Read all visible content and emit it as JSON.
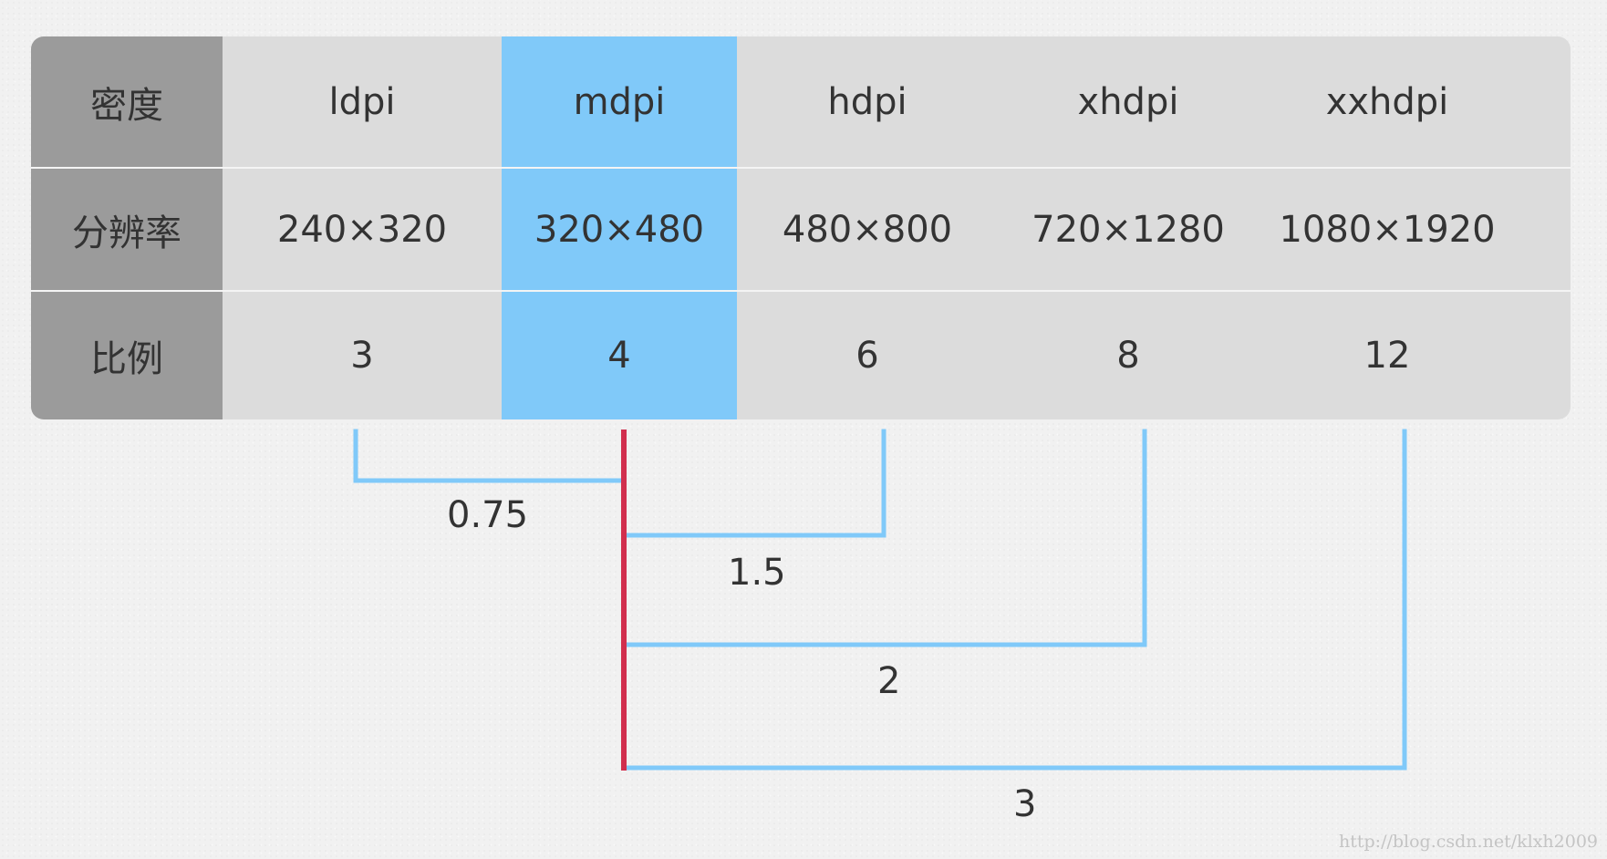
{
  "table": {
    "row_headers": [
      "密度",
      "分辨率",
      "比例"
    ],
    "columns": [
      {
        "density": "ldpi",
        "resolution": "240×320",
        "ratio": "3",
        "highlight": false
      },
      {
        "density": "mdpi",
        "resolution": "320×480",
        "ratio": "4",
        "highlight": true
      },
      {
        "density": "hdpi",
        "resolution": "480×800",
        "ratio": "6",
        "highlight": false
      },
      {
        "density": "xhdpi",
        "resolution": "720×1280",
        "ratio": "8",
        "highlight": false
      },
      {
        "density": "xxhdpi",
        "resolution": "1080×1920",
        "ratio": "12",
        "highlight": false
      }
    ]
  },
  "scale_labels": {
    "ldpi": "0.75",
    "hdpi": "1.5",
    "xhdpi": "2",
    "xxhdpi": "3"
  },
  "colors": {
    "header_column": "#9b9b9b",
    "cell_background": "#dcdcdc",
    "highlight": "#80c9f9",
    "connector": "#80c9f9",
    "baseline": "#d12f4e",
    "text": "#333333"
  },
  "watermark": "http://blog.csdn.net/klxh2009"
}
